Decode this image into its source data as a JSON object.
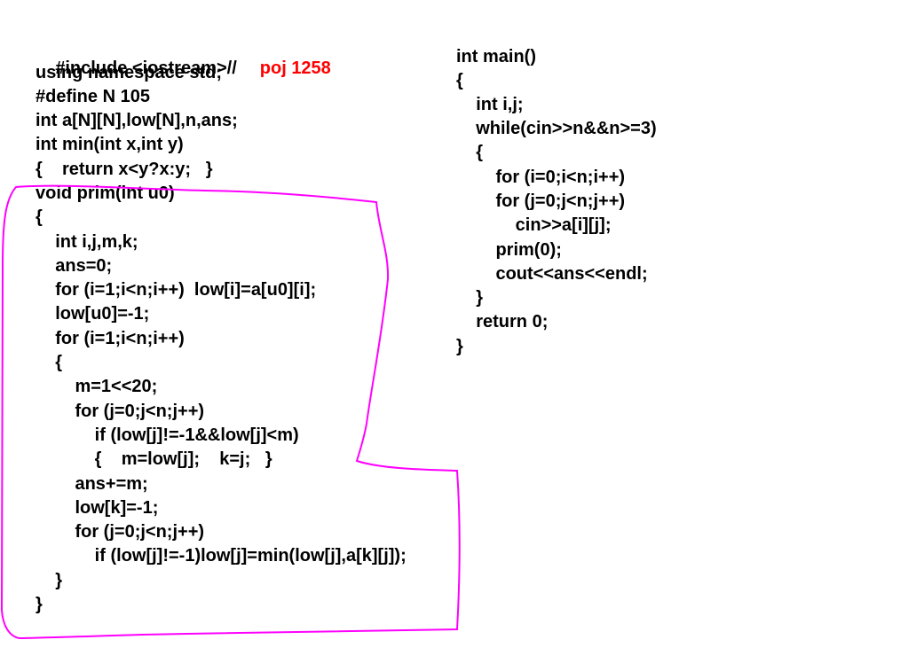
{
  "left_code": [
    {
      "text": "#include <iostream>//",
      "comment": "poj 1258"
    },
    {
      "text": "using namespace std;"
    },
    {
      "text": "#define N 105"
    },
    {
      "text": "int a[N][N],low[N],n,ans;"
    },
    {
      "text": "int min(int x,int y)"
    },
    {
      "text": "{    return x<y?x:y;   }"
    },
    {
      "text": "void prim(int u0)"
    },
    {
      "text": "{"
    },
    {
      "text": "    int i,j,m,k;"
    },
    {
      "text": "    ans=0;"
    },
    {
      "text": "    for (i=1;i<n;i++)  low[i]=a[u0][i];"
    },
    {
      "text": "    low[u0]=-1;"
    },
    {
      "text": "    for (i=1;i<n;i++)"
    },
    {
      "text": "    {"
    },
    {
      "text": "        m=1<<20;"
    },
    {
      "text": "        for (j=0;j<n;j++)"
    },
    {
      "text": "            if (low[j]!=-1&&low[j]<m)"
    },
    {
      "text": "            {    m=low[j];    k=j;   }"
    },
    {
      "text": "        ans+=m;"
    },
    {
      "text": "        low[k]=-1;"
    },
    {
      "text": "        for (j=0;j<n;j++)"
    },
    {
      "text": "            if (low[j]!=-1)low[j]=min(low[j],a[k][j]);"
    },
    {
      "text": "    }"
    },
    {
      "text": "}"
    }
  ],
  "right_code": [
    {
      "text": "int main()"
    },
    {
      "text": "{"
    },
    {
      "text": "    int i,j;"
    },
    {
      "text": "    while(cin>>n&&n>=3)"
    },
    {
      "text": "    {"
    },
    {
      "text": "        for (i=0;i<n;i++)"
    },
    {
      "text": "        for (j=0;j<n;j++)"
    },
    {
      "text": "            cin>>a[i][j];"
    },
    {
      "text": "        prim(0);"
    },
    {
      "text": "        cout<<ans<<endl;"
    },
    {
      "text": "    }"
    },
    {
      "text": "    return 0;"
    },
    {
      "text": "}"
    }
  ],
  "colors": {
    "text": "#000000",
    "comment": "#ff0000",
    "annotation": "#ff00ff",
    "background": "#ffffff"
  }
}
